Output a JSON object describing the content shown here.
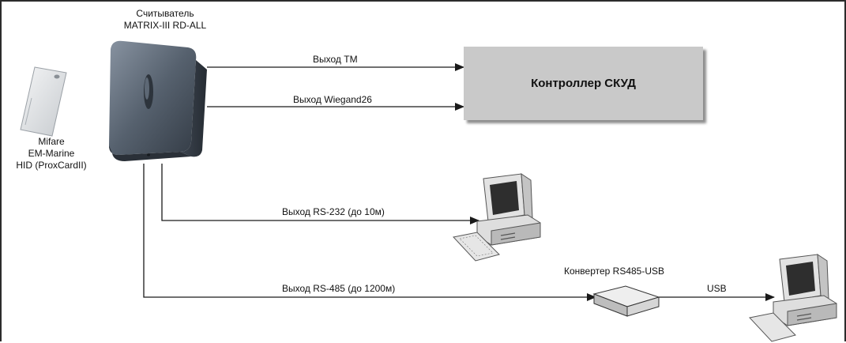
{
  "reader": {
    "title": "Считыватель",
    "model": "MATRIX-III RD-ALL"
  },
  "cards": {
    "line1": "Mifare",
    "line2": "EM-Marine",
    "line3": "HID (ProxCardII)"
  },
  "controller": {
    "label": "Контроллер СКУД"
  },
  "connections": {
    "tm": "Выход TM",
    "wiegand": "Выход Wiegand26",
    "rs232": "Выход RS-232 (до 10м)",
    "rs485": "Выход RS-485 (до 1200м)",
    "usb": "USB"
  },
  "converter": {
    "label": "Конвертер RS485-USB"
  },
  "colors": {
    "line": "#1a1a1a",
    "controller_fill": "#c9c9c9",
    "reader_body": "#566170"
  }
}
